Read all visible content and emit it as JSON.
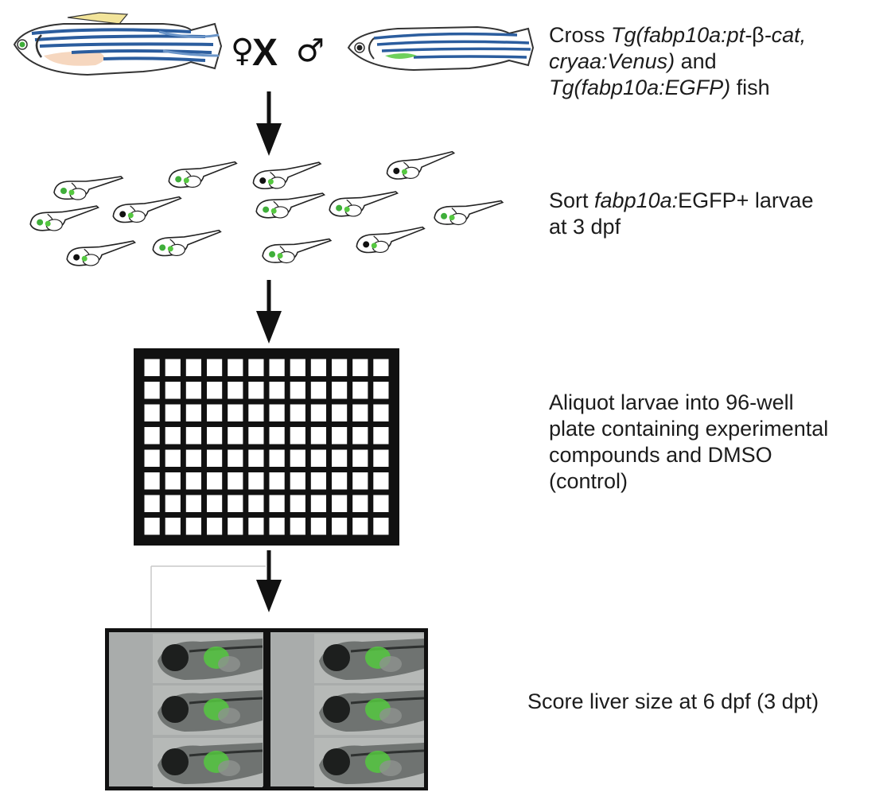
{
  "steps": [
    {
      "id": "cross",
      "lines": [
        [
          {
            "t": "Cross ",
            "i": false
          },
          {
            "t": "Tg(fabp10a:pt-",
            "i": true
          },
          {
            "t": "β",
            "i": false
          },
          {
            "t": "-cat,",
            "i": true
          }
        ],
        [
          {
            "t": "cryaa:Venus)",
            "i": true
          },
          {
            "t": " and",
            "i": false
          }
        ],
        [
          {
            "t": "Tg(fabp10a:EGFP)",
            "i": true
          },
          {
            "t": " fish",
            "i": false
          }
        ]
      ]
    },
    {
      "id": "sort",
      "lines": [
        [
          {
            "t": "Sort ",
            "i": false
          },
          {
            "t": "fabp10a:",
            "i": true
          },
          {
            "t": "EGFP+ larvae",
            "i": false
          }
        ],
        [
          {
            "t": "at 3 dpf",
            "i": false
          }
        ]
      ]
    },
    {
      "id": "aliquot",
      "lines": [
        [
          {
            "t": "Aliquot larvae into 96-well",
            "i": false
          }
        ],
        [
          {
            "t": "plate containing experimental",
            "i": false
          }
        ],
        [
          {
            "t": "compounds and DMSO",
            "i": false
          }
        ],
        [
          {
            "t": "(control)",
            "i": false
          }
        ]
      ]
    },
    {
      "id": "score",
      "lines": [
        [
          {
            "t": "Score liver size at 6 dpf (3 dpt)",
            "i": false
          }
        ]
      ]
    }
  ],
  "symbols": {
    "female": "♀",
    "cross": "X",
    "male": "♂"
  },
  "plate": {
    "rows": 8,
    "cols": 12
  },
  "colors": {
    "stripe": "#2b5d9e",
    "stripe_light": "#6b95c8",
    "fin_yellow": "#f2e49a",
    "belly_peach": "#f6d7bf",
    "eye_green": "#3fae3a",
    "gfp_green": "#55c840",
    "arrow": "#111111"
  }
}
